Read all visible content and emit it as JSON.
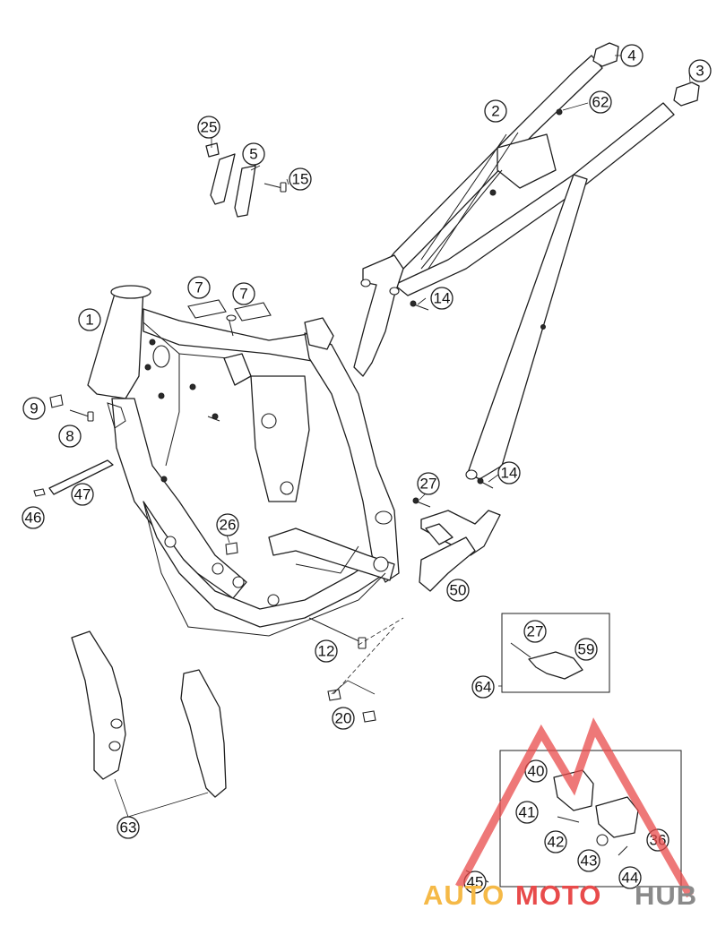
{
  "diagram": {
    "callouts": {
      "c1": "1",
      "c2": "2",
      "c3": "3",
      "c4": "4",
      "c5": "5",
      "c7a": "7",
      "c7b": "7",
      "c8": "8",
      "c9": "9",
      "c12": "12",
      "c14a": "14",
      "c14b": "14",
      "c15": "15",
      "c20": "20",
      "c25": "25",
      "c26": "26",
      "c27a": "27",
      "c27b": "27",
      "c36": "36",
      "c40": "40",
      "c41": "41",
      "c42": "42",
      "c43": "43",
      "c44": "44",
      "c45": "45",
      "c46": "46",
      "c47": "47",
      "c50": "50",
      "c59": "59",
      "c62": "62",
      "c63": "63",
      "c64": "64"
    }
  },
  "watermark": {
    "part1": "AUTO",
    "part2": "MOTO",
    "part3": "HUB",
    "color_orange": "#f5b947",
    "color_red": "#e84b4b",
    "color_gray": "#8a8a8a"
  }
}
